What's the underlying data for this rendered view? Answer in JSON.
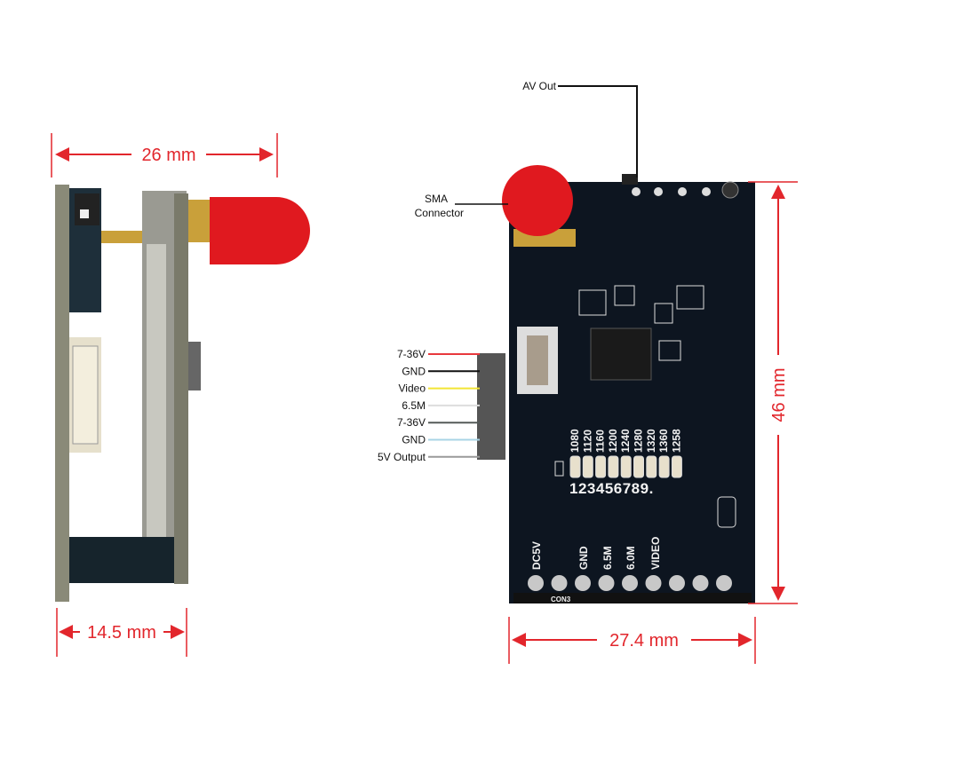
{
  "dimensions": {
    "side_width": "26 mm",
    "side_depth": "14.5 mm",
    "board_width": "27.4 mm",
    "board_height": "46 mm"
  },
  "callouts": {
    "av_out": "AV Out",
    "sma_line1": "SMA",
    "sma_line2": "Connector"
  },
  "wires": [
    {
      "label": "7-36V",
      "color": "#e8383d"
    },
    {
      "label": "GND",
      "color": "#111111"
    },
    {
      "label": "Video",
      "color": "#f2e534"
    },
    {
      "label": "6.5M",
      "color": "#dddddd"
    },
    {
      "label": "7-36V",
      "color": "#555a58"
    },
    {
      "label": "GND",
      "color": "#a8d4e6"
    },
    {
      "label": "5V Output",
      "color": "#9a9a9a"
    }
  ],
  "frequencies": [
    "1080",
    "1120",
    "1160",
    "1200",
    "1240",
    "1280",
    "1320",
    "1360",
    "1258"
  ],
  "channel_numbers": "123456789.",
  "pin_labels": [
    "DC5V",
    "GND",
    "6.5M",
    "6.0M",
    "VIDEO"
  ],
  "silk_bottom": "CON3",
  "colors": {
    "dimension": "#e2262c",
    "pcb": "#0d1520",
    "antenna_cap": "#e0191f"
  }
}
